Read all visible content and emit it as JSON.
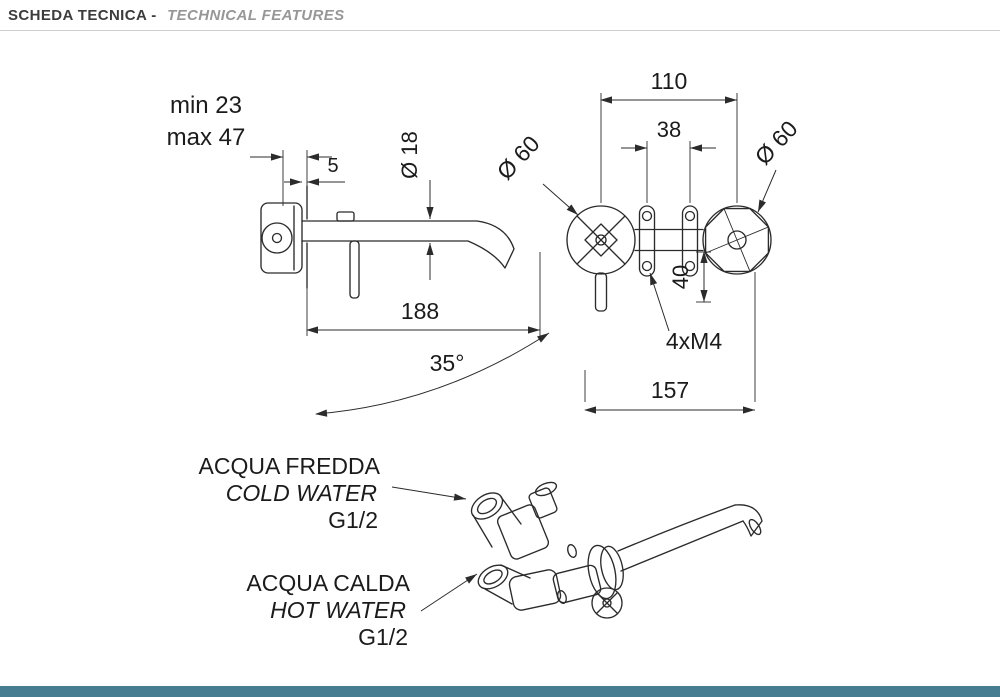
{
  "header": {
    "title_left": "SCHEDA TECNICA -",
    "title_right": "TECHNICAL FEATURES"
  },
  "colors": {
    "footer_bar": "#467d90",
    "line": "#2b2b2b",
    "ink": "#1b1b1b",
    "header_rule": "#cfcfcf"
  },
  "side_view": {
    "min_depth": "min 23",
    "max_depth": "max 47",
    "gap": "5",
    "spout_diameter": "Ø 18",
    "spout_length": "188",
    "swivel_angle": "35°"
  },
  "front_view": {
    "handle_distance": "110",
    "screw_spacing_h": "38",
    "handle_diameter_left": "Ø 60",
    "handle_diameter_right": "Ø 60",
    "screw_spacing_v": "40",
    "screws": "4xM4",
    "total_width": "157"
  },
  "connections": {
    "cold_it": "ACQUA FREDDA",
    "cold_en": "COLD WATER",
    "cold_thread": "G1/2",
    "hot_it": "ACQUA CALDA",
    "hot_en": "HOT WATER",
    "hot_thread": "G1/2"
  }
}
